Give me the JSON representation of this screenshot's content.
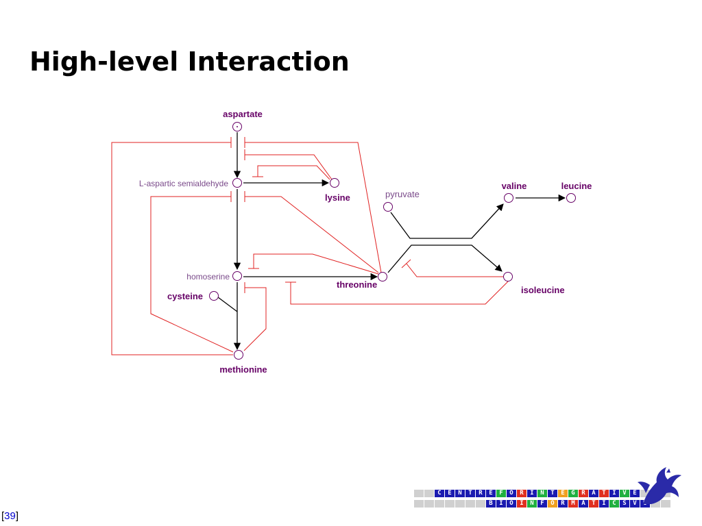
{
  "slide": {
    "title": "High-level Interaction",
    "page_number": "39"
  },
  "nodes": {
    "aspartate": "aspartate",
    "semialdehyde": "L-aspartic semialdehyde",
    "lysine": "lysine",
    "homoserine": "homoserine",
    "cysteine": "cysteine",
    "threonine": "threonine",
    "methionine": "methionine",
    "pyruvate": "pyruvate",
    "valine": "valine",
    "leucine": "leucine",
    "isoleucine": "isoleucine"
  },
  "logo": {
    "row1": [
      "C",
      "E",
      "N",
      "T",
      "R",
      "E",
      "F",
      "O",
      "R",
      "I",
      "N",
      "T",
      "E",
      "G",
      "R",
      "A",
      "T",
      "I",
      "V",
      "E"
    ],
    "row2": [
      "B",
      "I",
      "O",
      "I",
      "N",
      "F",
      "O",
      "R",
      "M",
      "A",
      "T",
      "I",
      "C",
      "S",
      "V",
      "U"
    ],
    "colors": {
      "blue": "#1a1ab0",
      "red": "#e03020",
      "green": "#20b040",
      "orange": "#f0a020",
      "purple": "#a020c0",
      "gray": "#d0d0d0",
      "dark_gray": "#a0a0a0",
      "blue_bird": "#2a2aa8"
    }
  },
  "colors": {
    "activation": "#000000",
    "inhibition": "#e02020",
    "label": "#660066",
    "label_light": "#7a4a8a",
    "node_stroke": "#660066"
  }
}
